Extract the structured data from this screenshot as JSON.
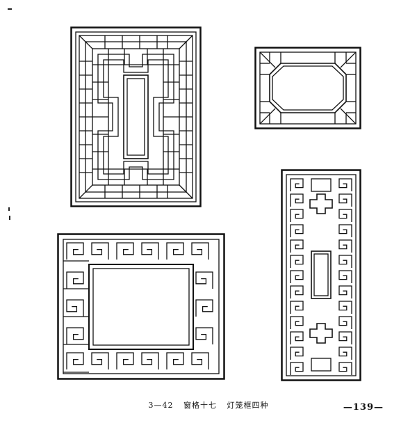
{
  "caption": {
    "figure_number": "3—42",
    "title": "窗格十七",
    "subtitle": "灯笼框四种"
  },
  "page_number": "—139—",
  "line_color": "#111111"
}
